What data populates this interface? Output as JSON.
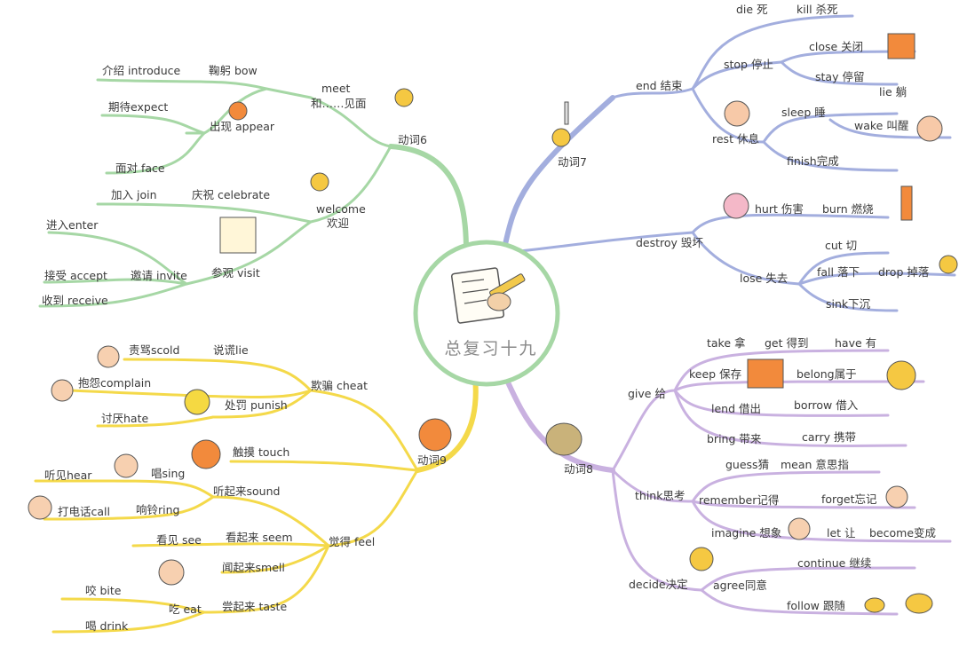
{
  "center": {
    "title": "总复习十九"
  },
  "branches": {
    "verb6": {
      "label": "动词6",
      "nodes": {
        "meet": "meet",
        "meet_cn": "和……见面",
        "bow": "鞠躬 bow",
        "introduce": "介绍 introduce",
        "appear": "出现 appear",
        "expect": "期待expect",
        "face": "面对 face",
        "welcome": "welcome",
        "welcome_cn": "欢迎",
        "celebrate": "庆祝 celebrate",
        "join": "加入 join",
        "visit": "参观 visit",
        "invite": "邀请 invite",
        "enter": "进入enter",
        "accept": "接受 accept",
        "receive": "收到 receive"
      }
    },
    "verb7": {
      "label": "动词7",
      "nodes": {
        "end": "end 结束",
        "die": "die 死",
        "kill": "kill 杀死",
        "stop": "stop 停止",
        "close": "close 关闭",
        "stay": "stay 停留",
        "lie": "lie 躺",
        "rest": "rest 休息",
        "sleep": "sleep 睡",
        "wake": "wake 叫醒",
        "finish": "finish完成",
        "destroy": "destroy 毁坏",
        "hurt": "hurt 伤害",
        "burn": "burn 燃烧",
        "cut": "cut 切",
        "lose": "lose 失去",
        "fall": "fall 落下",
        "drop": "drop 掉落",
        "sink": "sink下沉"
      }
    },
    "verb8": {
      "label": "动词8",
      "nodes": {
        "give": "give 给",
        "take": "take 拿",
        "get": "get 得到",
        "have": "have 有",
        "keep": "keep 保存",
        "belong": "belong属于",
        "lend": "lend 借出",
        "borrow": "borrow 借入",
        "bring": "bring 带来",
        "carry": "carry 携带",
        "think": "think思考",
        "guess": "guess猜",
        "mean": "mean 意思指",
        "remember": "remember记得",
        "forget": "forget忘记",
        "imagine": "imagine 想象",
        "let": "let 让",
        "become": "become变成",
        "decide": "decide决定",
        "agree": "agree同意",
        "continue": "continue 继续",
        "follow": "follow 跟随"
      }
    },
    "verb9": {
      "label": "动词9",
      "nodes": {
        "scold": "责骂scold",
        "lie": "说谎lie",
        "cheat": "欺骗 cheat",
        "complain": "抱怨complain",
        "punish": "处罚 punish",
        "hate": "讨厌hate",
        "touch": "触摸 touch",
        "sing": "唱sing",
        "hear": "听见hear",
        "sound": "听起来sound",
        "call": "打电话call",
        "ring": "响铃ring",
        "feel": "觉得 feel",
        "see": "看见 see",
        "seem": "看起来 seem",
        "smell": "闻起来smell",
        "bite": "咬 bite",
        "eat": "吃 eat",
        "taste": "尝起来 taste",
        "drink": "喝 drink"
      }
    }
  },
  "colors": {
    "green": "#a6d7a5",
    "blue": "#a3aede",
    "yellow": "#f4d94a",
    "purple": "#c9b1e0"
  }
}
